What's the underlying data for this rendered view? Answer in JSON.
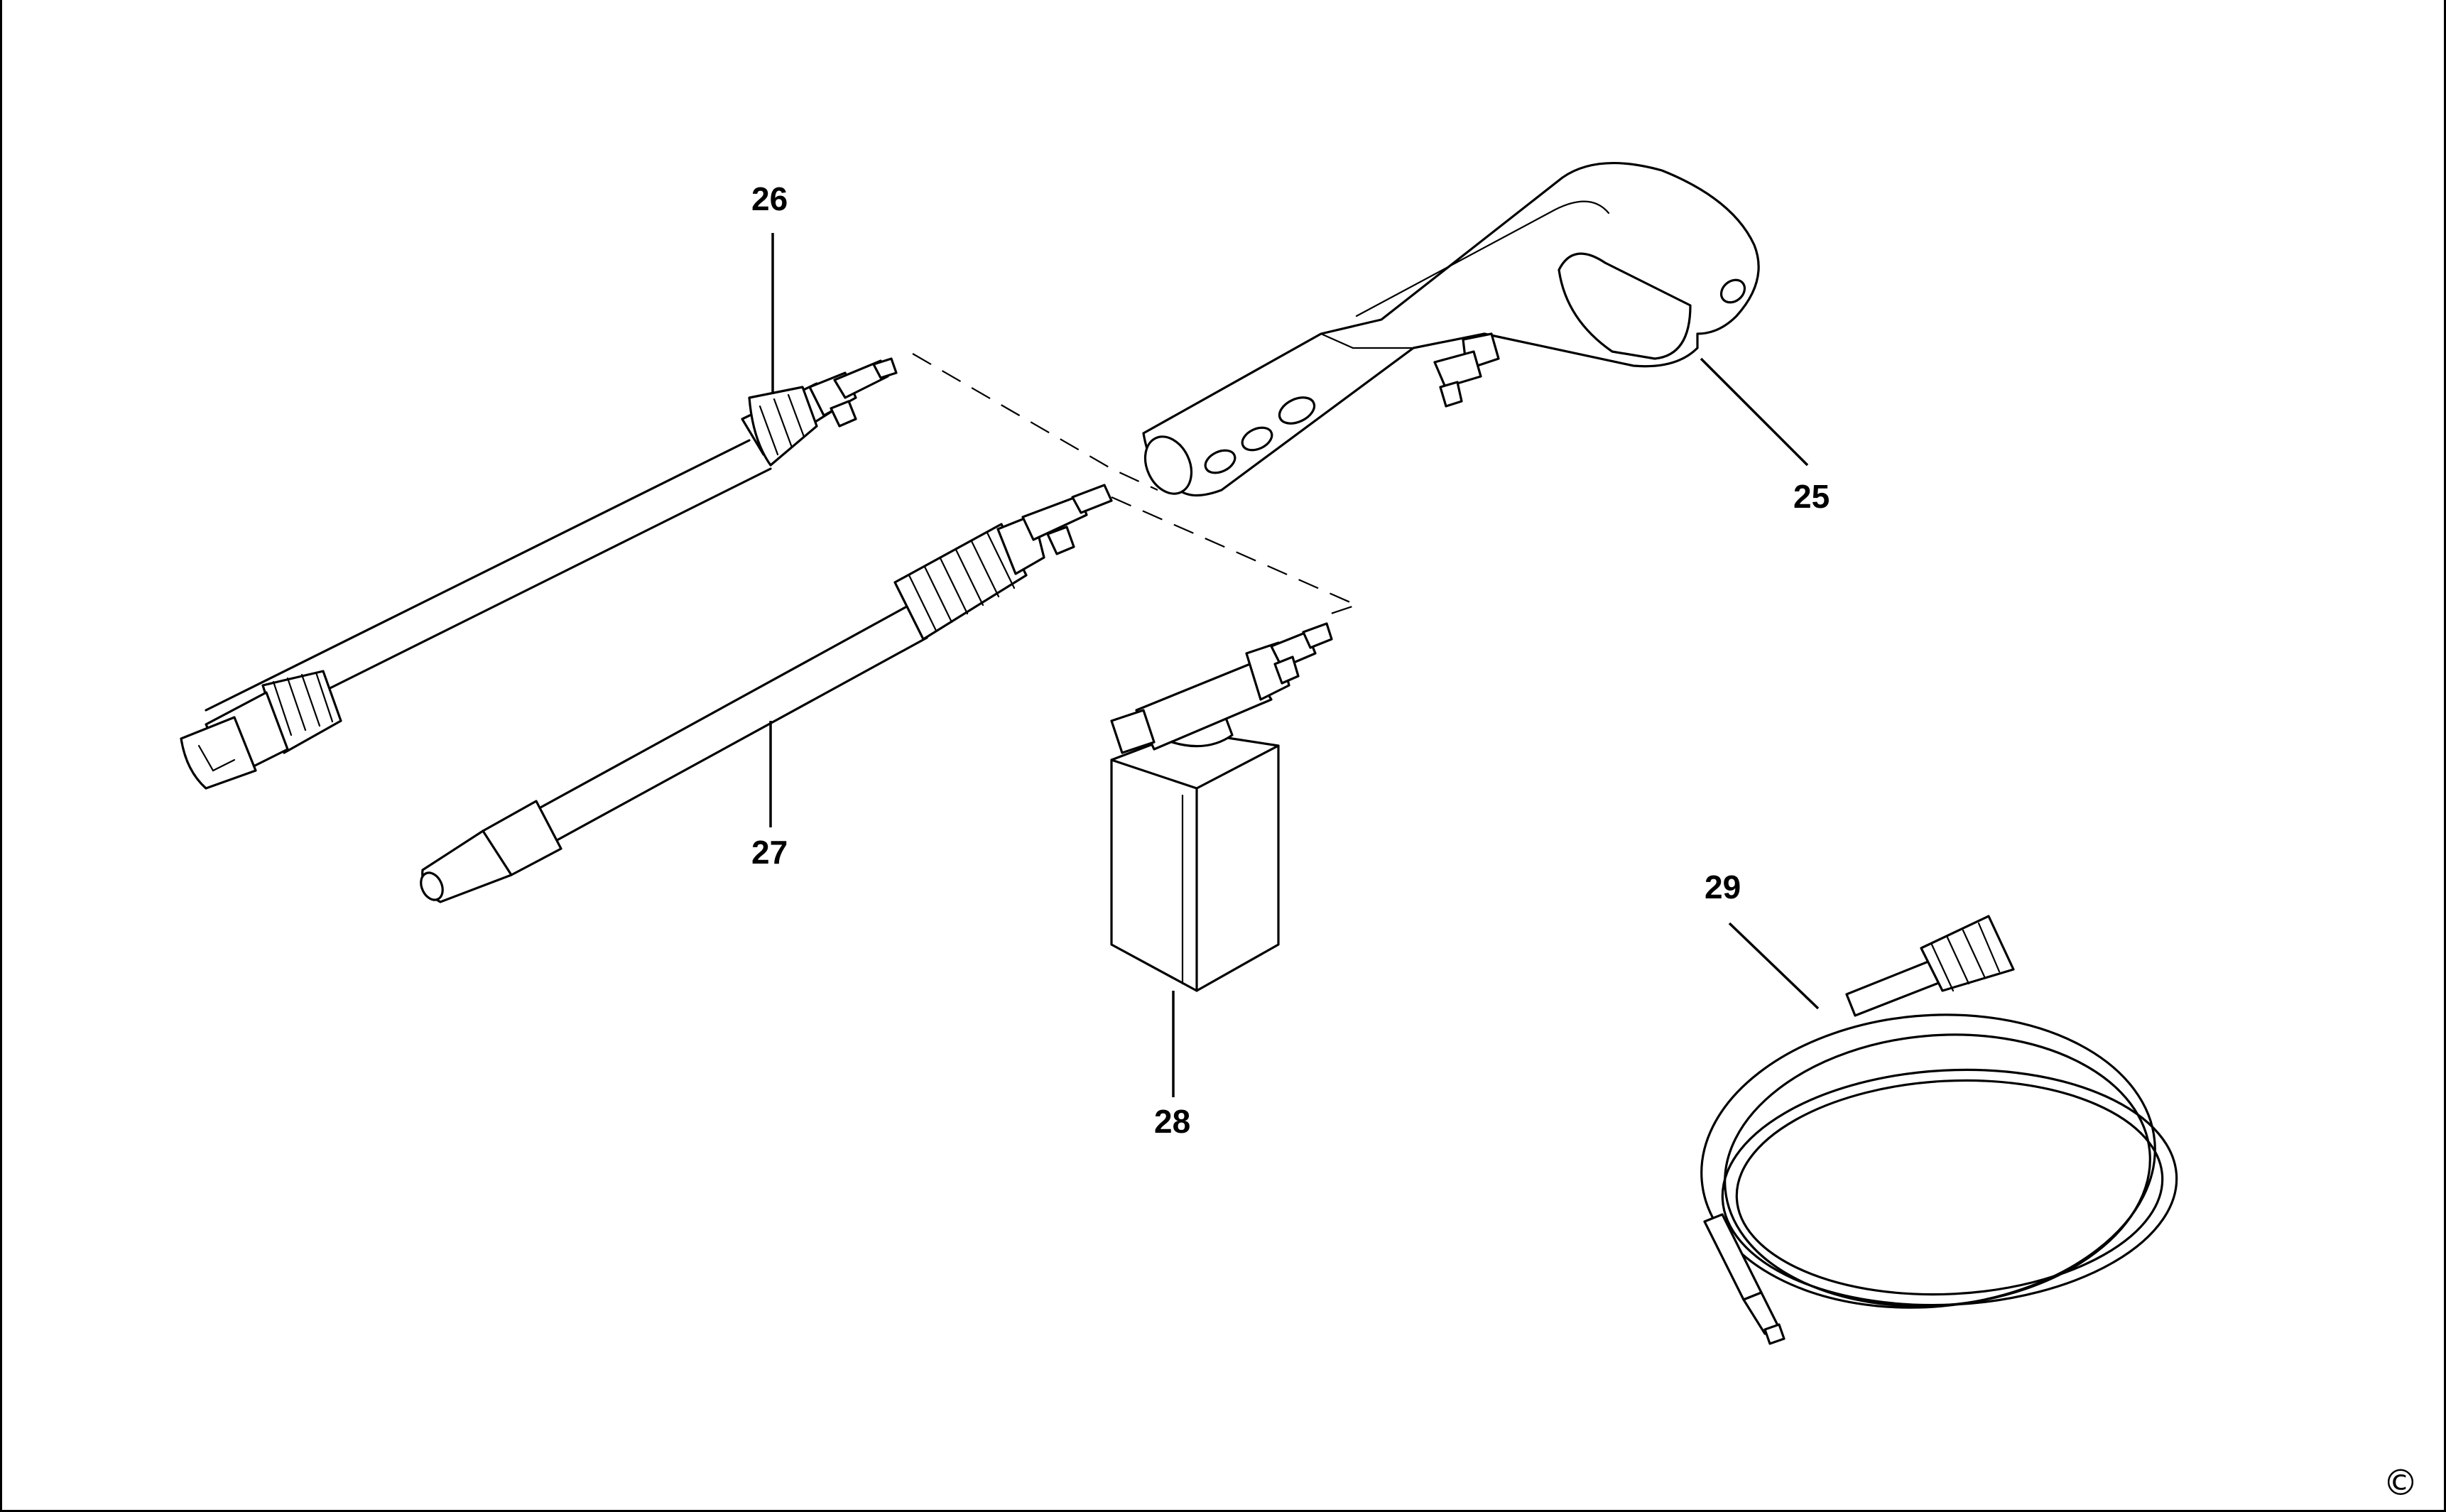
{
  "parts": [
    {
      "id": "25",
      "icon": "spray-gun-handle-icon"
    },
    {
      "id": "26",
      "icon": "lance-adjustable-nozzle-icon"
    },
    {
      "id": "27",
      "icon": "lance-turbo-nozzle-icon"
    },
    {
      "id": "28",
      "icon": "detergent-bottle-icon"
    },
    {
      "id": "29",
      "icon": "high-pressure-hose-icon"
    }
  ],
  "copyright_symbol": "©"
}
